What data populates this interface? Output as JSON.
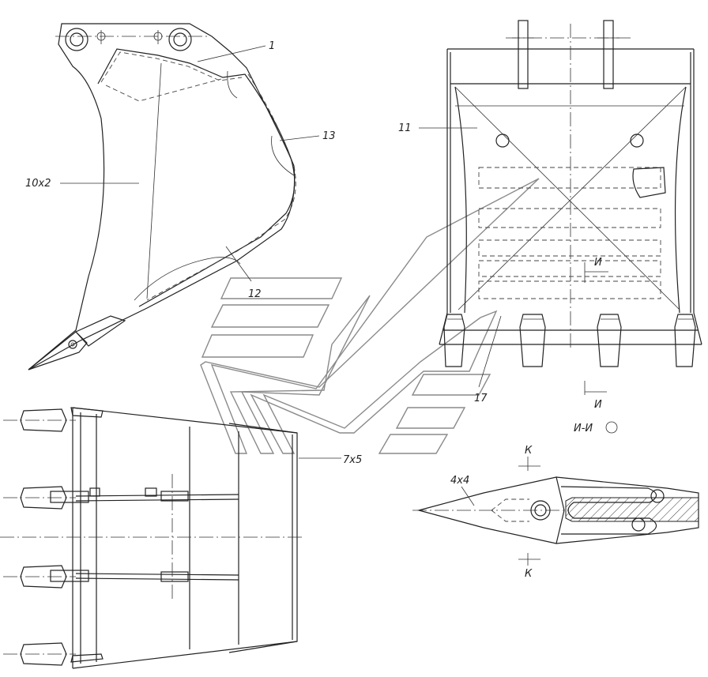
{
  "callouts": {
    "part_1": "1",
    "part_13": "13",
    "part_10x2": "10x2",
    "part_12": "12",
    "part_11": "11",
    "part_17": "17",
    "part_7x5": "7x5",
    "part_4x4": "4x4"
  },
  "section_marks": {
    "i_upper": "И",
    "i_lower": "И",
    "i_section_title": "И-И",
    "k_upper": "К",
    "k_lower": "К"
  }
}
